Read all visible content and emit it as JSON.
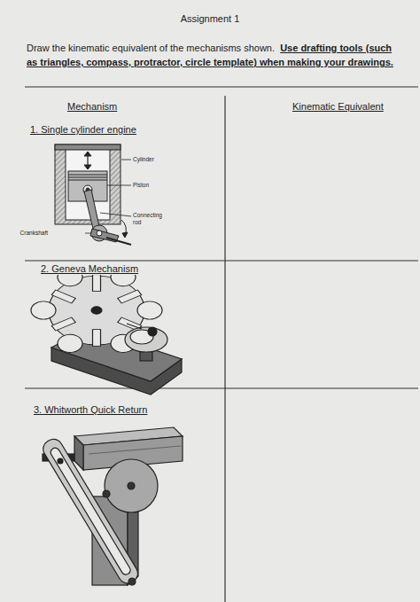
{
  "diagram": {
    "title": "Assignment 1",
    "labels": [
      "Draw the kinematic equivalent of the mechanisms shown.",
      "Use drafting tools (such as triangles, compass, protractor, circle template) when making your drawings.",
      "Mechanism",
      "Kinematic Equivalent",
      "1. Single cylinder engine",
      "Cylinder",
      "Piston",
      "Connecting rod",
      "Crankshaft",
      "2. Geneva Mechanism",
      "3. Whitworth Quick Return"
    ]
  }
}
